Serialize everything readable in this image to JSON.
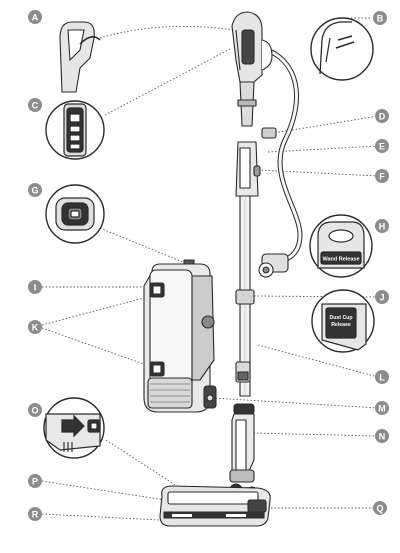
{
  "labels": {
    "A": "A",
    "B": "B",
    "C": "C",
    "D": "D",
    "E": "E",
    "F": "F",
    "G": "G",
    "H": "H",
    "I": "I",
    "J": "J",
    "K": "K",
    "L": "L",
    "M": "M",
    "N": "N",
    "O": "O",
    "P": "P",
    "Q": "Q",
    "R": "R"
  },
  "callouts": {
    "wand_release": "Wand Release",
    "dust_cup_release_line1": "Dust Cup",
    "dust_cup_release_line2": "Release"
  },
  "colors": {
    "badge": "#8c8c8c",
    "line": "#2a2a2a",
    "leader": "#555555",
    "fill_light": "#f2f2f2",
    "fill_mid": "#d9d9d9",
    "fill_dark": "#333333"
  }
}
